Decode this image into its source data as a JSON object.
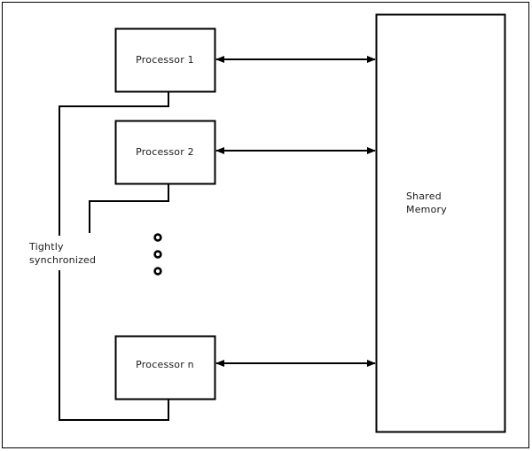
{
  "diagram": {
    "title": "Tightly coupled multiprocessor shared memory diagram",
    "background_color": "#ffffff",
    "line_color": "#000000",
    "text_color": "#1a1a1a",
    "processors": [
      {
        "id": "p1",
        "label": "Processor 1"
      },
      {
        "id": "p2",
        "label": "Processor 2"
      },
      {
        "id": "pn",
        "label": "Processor n"
      }
    ],
    "memory": {
      "label_line1": "Shared",
      "label_line2": "Memory"
    },
    "note": {
      "line1": "Tightly",
      "line2": "synchronized"
    },
    "ellipsis": {
      "symbol": "o",
      "count": 3
    },
    "connections": [
      {
        "from": "Processor 1",
        "to": "Shared Memory",
        "type": "bidirectional-arrow"
      },
      {
        "from": "Processor 2",
        "to": "Shared Memory",
        "type": "bidirectional-arrow"
      },
      {
        "from": "Processor n",
        "to": "Shared Memory",
        "type": "bidirectional-arrow"
      },
      {
        "from": "Processor 1",
        "to": "sync-bus",
        "type": "line"
      },
      {
        "from": "Processor 2",
        "to": "sync-bus",
        "type": "line"
      },
      {
        "from": "Processor n",
        "to": "sync-bus",
        "type": "line"
      }
    ]
  }
}
